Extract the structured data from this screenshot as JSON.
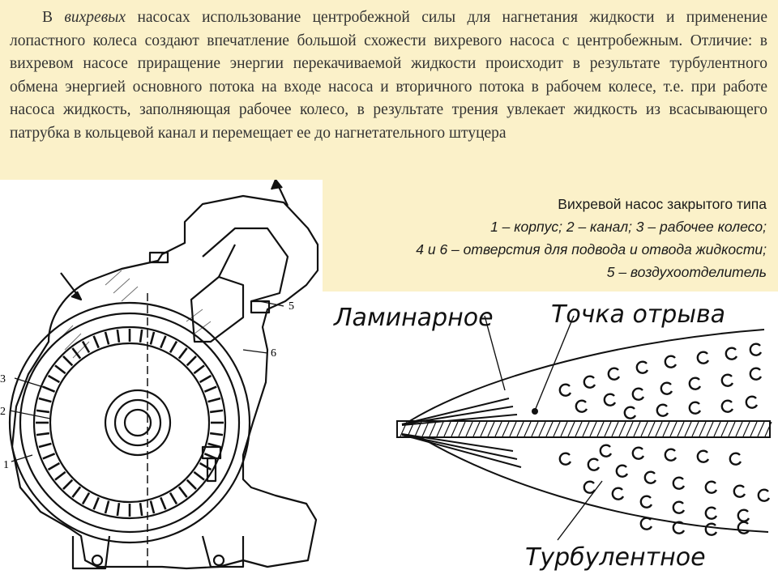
{
  "intro": {
    "p1_em": "вихревых",
    "p1_prefix": "В",
    "p1_rest": "насосах использование центробежной силы для нагнетания жидкости и применение лопастного колеса создают впечатление большой схожести вихревого насоса с центробежным. Отличие: в вихревом насосе приращение энергии перекачиваемой жидкости происходит в результате турбулентного обмена энергией основного потока на входе насоса и вторичного потока в рабочем колесе, т.е. при работе насоса жидкость, заполняющая рабочее колесо, в результате трения увлекает жидкость из всасывающего патрубка в кольцевой канал и перемещает ее до нагнетательного штуцера"
  },
  "caption": {
    "title": "Вихревой насос закрытого типа",
    "line1": "1 – корпус; 2 – канал; 3 – рабочее колесо;",
    "line2": "4 и 6 – отверстия для подвода и отвода жидкости;",
    "line3": "5 – воздухоотделитель"
  },
  "pump_labels": {
    "l1": "1",
    "l2": "2",
    "l3": "3",
    "l5": "5",
    "l6": "6"
  },
  "flow_labels": {
    "laminar": "Ламинарное",
    "separation_point": "Точка отрыва",
    "turbulent": "Турбулентное"
  },
  "colors": {
    "background_box": "#fbf1c9",
    "text": "#333333",
    "ink": "#111111"
  }
}
